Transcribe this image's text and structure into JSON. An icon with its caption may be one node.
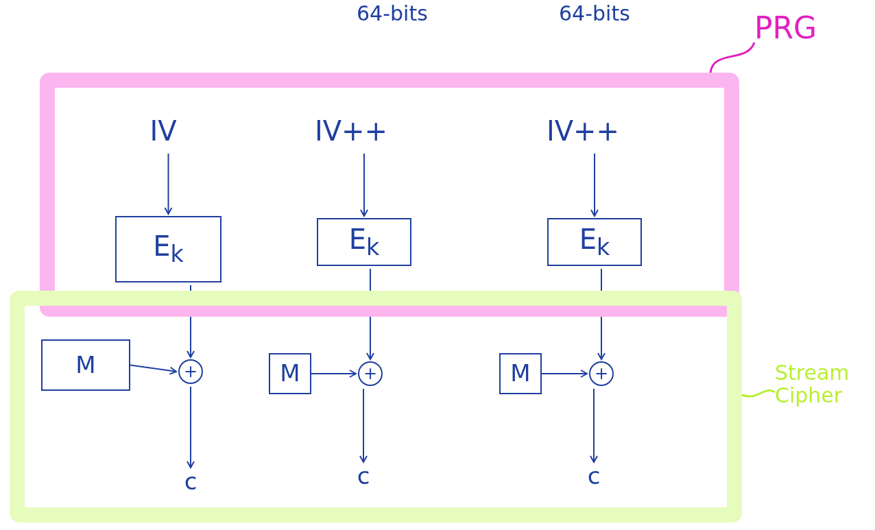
{
  "diagram": {
    "nodes": [
      {
        "text": [
          "PRG"
        ]
      },
      {
        "text": [],
        "shape": "box"
      },
      {
        "text": [
          "Stream Cipher"
        ]
      },
      {
        "text": [],
        "shape": "box"
      },
      {
        "text": [
          "IV"
        ],
        "in": 1
      },
      {
        "text": [
          "IV++"
        ],
        "in": 1
      },
      {
        "text": [
          "IV++"
        ],
        "in": 1
      },
      {
        "text": [
          "E$_{k}$"
        ],
        "in": 1
      },
      {
        "text": [
          "E$_{k}$"
        ],
        "in": 1
      },
      {
        "text": [
          "E$_{k}$"
        ],
        "in": 1
      },
      {
        "text": [
          "M"
        ],
        "in": 3
      },
      {
        "text": [
          "+"
        ],
        "in": 3
      },
      {
        "text": [
          "M"
        ],
        "in": 3
      },
      {
        "text": [
          "+"
        ],
        "in": 3
      },
      {
        "text": [
          "M"
        ],
        "in": 3
      },
      {
        "text": [
          "+"
        ],
        "in": 3
      },
      {
        "text": [
          "c"
        ],
        "in": 3
      },
      {
        "text": [
          "c"
        ],
        "in": 3
      },
      {
        "text": [
          "c"
        ],
        "in": 3
      }
    ],
    "edges": [
      {
        "from": 0,
        "to": 1,
        "arrow": "none",
        "color": "#e020c0"
      },
      {
        "from": 2,
        "to": 3,
        "arrow": "none",
        "color": "#b8f030"
      },
      {
        "from": 4,
        "to": 7,
        "arrow": "to"
      },
      {
        "from": 5,
        "to": 8,
        "arrow": "to"
      },
      {
        "from": 6,
        "to": 9,
        "arrow": "to"
      },
      {
        "from": 7,
        "to": 11,
        "arrow": "to"
      },
      {
        "from": 8,
        "to": 13,
        "arrow": "to"
      },
      {
        "from": 9,
        "to": 15,
        "arrow": "to"
      },
      {
        "from": 10,
        "to": 11,
        "arrow": "to"
      },
      {
        "from": 12,
        "to": 13,
        "arrow": "to"
      },
      {
        "from": 14,
        "to": 15,
        "arrow": "to"
      },
      {
        "from": 11,
        "to": 16,
        "arrow": "to"
      },
      {
        "from": 13,
        "to": 17,
        "arrow": "to"
      },
      {
        "from": 15,
        "to": 18,
        "arrow": "to"
      }
    ],
    "labels": [
      "64-bits",
      "64-bits"
    ]
  }
}
